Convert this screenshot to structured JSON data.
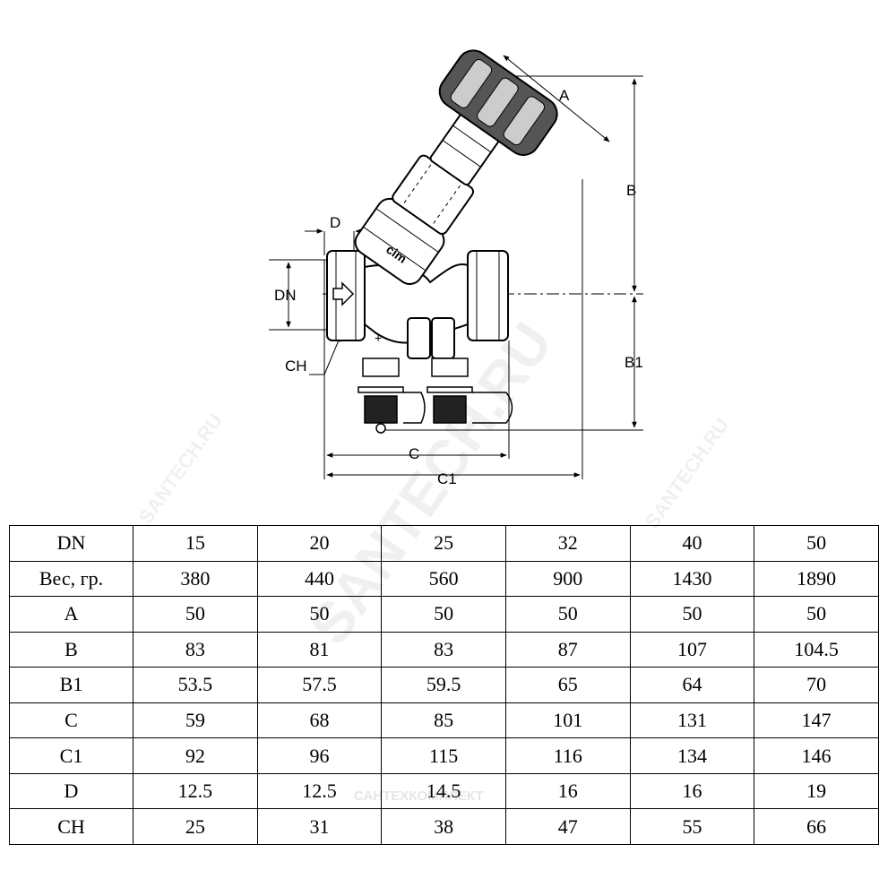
{
  "drawing": {
    "dimension_labels": {
      "A": "A",
      "B": "B",
      "B1": "B1",
      "C": "C",
      "C1": "C1",
      "D": "D",
      "DN": "DN",
      "CH": "CH"
    },
    "body_mark": "cim"
  },
  "watermark": {
    "main": "SANTECH.RU",
    "small": "SANTECH.RU",
    "footer": "САНТЕХКОМПЛЕКТ"
  },
  "table": {
    "rows": [
      {
        "label": "DN",
        "values": [
          "15",
          "20",
          "25",
          "32",
          "40",
          "50"
        ]
      },
      {
        "label": "Вес, гр.",
        "values": [
          "380",
          "440",
          "560",
          "900",
          "1430",
          "1890"
        ]
      },
      {
        "label": "A",
        "values": [
          "50",
          "50",
          "50",
          "50",
          "50",
          "50"
        ]
      },
      {
        "label": "B",
        "values": [
          "83",
          "81",
          "83",
          "87",
          "107",
          "104.5"
        ]
      },
      {
        "label": "B1",
        "values": [
          "53.5",
          "57.5",
          "59.5",
          "65",
          "64",
          "70"
        ]
      },
      {
        "label": "C",
        "values": [
          "59",
          "68",
          "85",
          "101",
          "131",
          "147"
        ]
      },
      {
        "label": "C1",
        "values": [
          "92",
          "96",
          "115",
          "116",
          "134",
          "146"
        ]
      },
      {
        "label": "D",
        "values": [
          "12.5",
          "12.5",
          "14.5",
          "16",
          "16",
          "19"
        ]
      },
      {
        "label": "CH",
        "values": [
          "25",
          "31",
          "38",
          "47",
          "55",
          "66"
        ]
      }
    ]
  }
}
